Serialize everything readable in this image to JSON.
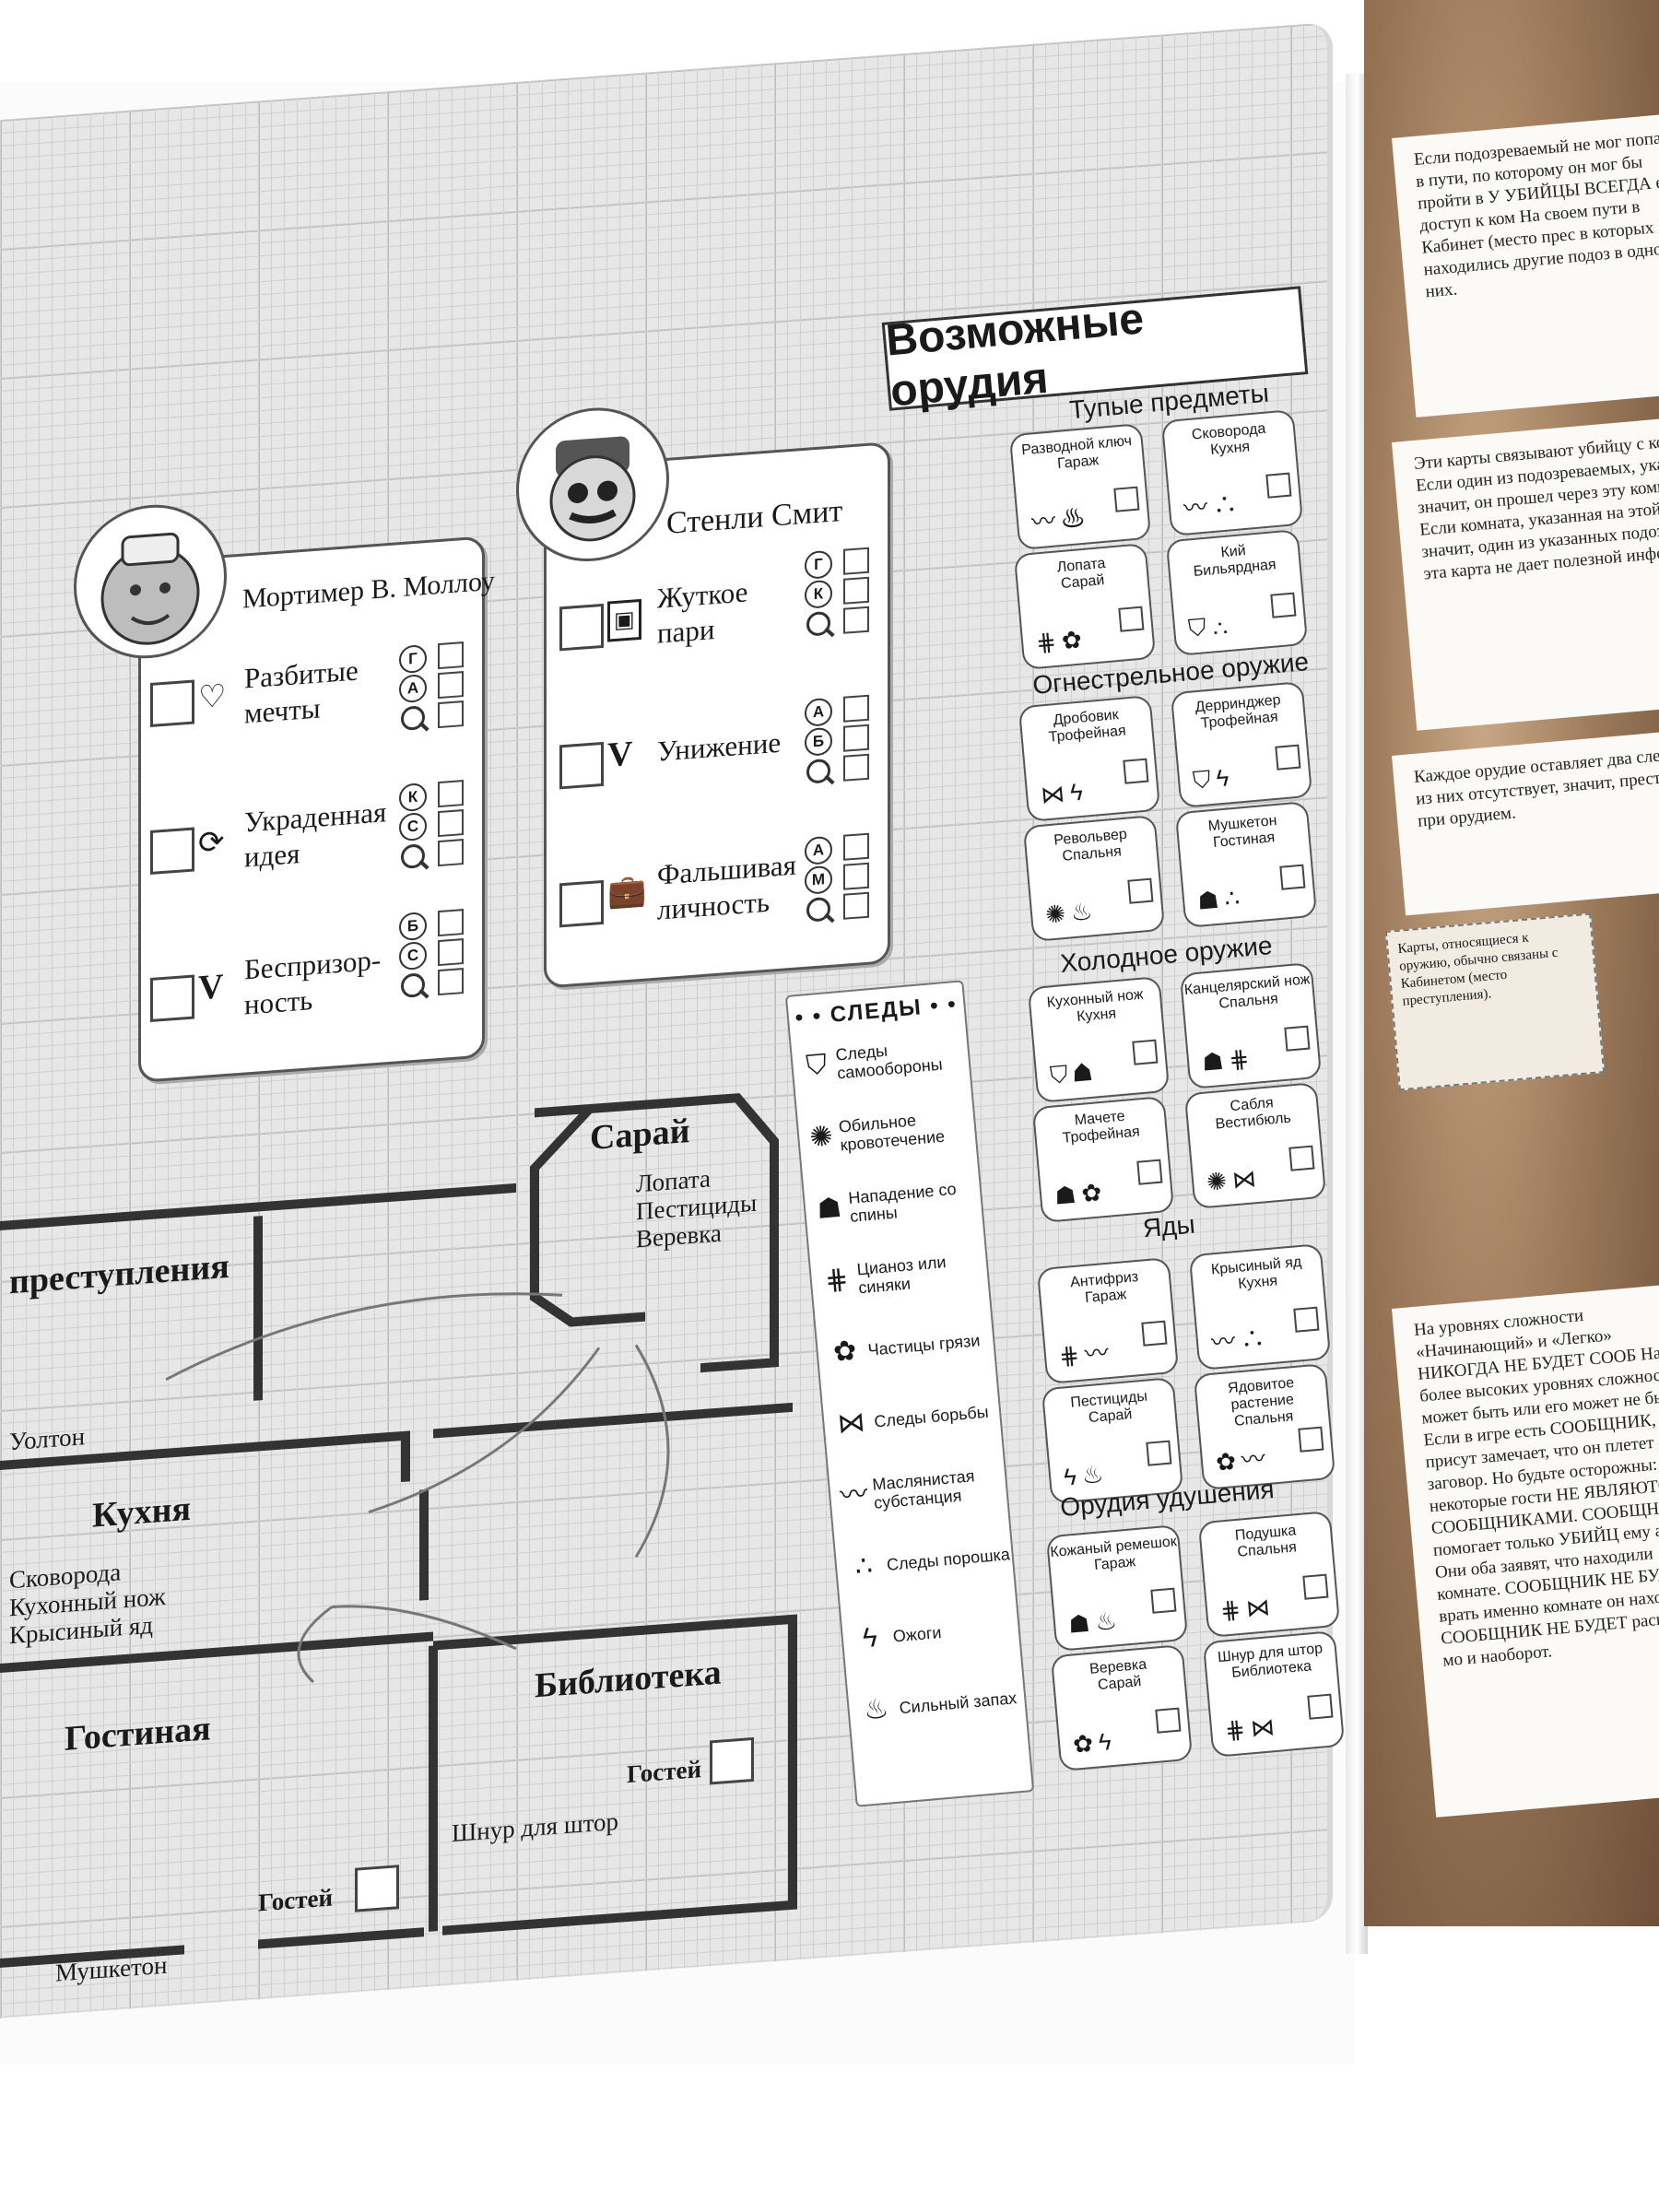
{
  "title": "Возможные орудия",
  "suspects": [
    {
      "name": "Мортимер В. Моллоу",
      "motives": [
        "Разбитые мечты",
        "Украденная идея",
        "Беспризор-ность"
      ],
      "letters": [
        [
          "Г",
          "А"
        ],
        [
          "К",
          "С"
        ],
        [
          "Б",
          "С"
        ]
      ]
    },
    {
      "name": "Стенли Смит",
      "motives": [
        "Жуткое пари",
        "Унижение",
        "Фальшивая личность"
      ],
      "letters": [
        [
          "Г",
          "К"
        ],
        [
          "А",
          "Б"
        ],
        [
          "А",
          "М"
        ]
      ]
    }
  ],
  "weapon_categories": [
    {
      "name": "Тупые предметы",
      "items": [
        [
          "Разводной ключ",
          "Гараж"
        ],
        [
          "Сковорода",
          "Кухня"
        ],
        [
          "Лопата",
          "Сарай"
        ],
        [
          "Кий",
          "Бильярдная"
        ]
      ]
    },
    {
      "name": "Огнестрельное оружие",
      "items": [
        [
          "Дробовик",
          "Трофейная"
        ],
        [
          "Дерринджер",
          "Трофейная"
        ],
        [
          "Револьвер",
          "Спальня"
        ],
        [
          "Мушкетон",
          "Гостиная"
        ]
      ]
    },
    {
      "name": "Холодное оружие",
      "items": [
        [
          "Кухонный нож",
          "Кухня"
        ],
        [
          "Канцелярский нож",
          "Спальня"
        ],
        [
          "Мачете",
          "Трофейная"
        ],
        [
          "Сабля",
          "Вестибюль"
        ]
      ]
    },
    {
      "name": "Яды",
      "items": [
        [
          "Антифриз",
          "Гараж"
        ],
        [
          "Крысиный яд",
          "Кухня"
        ],
        [
          "Пестициды",
          "Сарай"
        ],
        [
          "Ядовитое растение",
          "Спальня"
        ]
      ]
    },
    {
      "name": "Орудия удушения",
      "items": [
        [
          "Кожаный ремешок",
          "Гараж"
        ],
        [
          "Подушка",
          "Спальня"
        ],
        [
          "Веревка",
          "Сарай"
        ],
        [
          "Шнур для штор",
          "Библиотека"
        ]
      ]
    }
  ],
  "traces": {
    "title": "• • СЛЕДЫ • •",
    "items": [
      "Следы самообороны",
      "Обильное кровотечение",
      "Нападение со спины",
      "Цианоз или синяки",
      "Частицы грязи",
      "Следы борьбы",
      "Маслянистая субстанция",
      "Следы порошка",
      "Ожоги",
      "Сильный запах"
    ]
  },
  "rooms": {
    "shed": {
      "name": "Сарай",
      "items": [
        "Лопата",
        "Пестициды",
        "Веревка"
      ]
    },
    "crime": "преступления",
    "kitchen": {
      "name": "Кухня",
      "items": [
        "Сковорода",
        "Кухонный нож",
        "Крысиный яд"
      ]
    },
    "uolton": "Уолтон",
    "library": {
      "name": "Библиотека",
      "guests": "Гостей",
      "item": "Шнур для штор"
    },
    "living": {
      "name": "Гостиная",
      "guests": "Гостей",
      "item": "Мушкетон"
    }
  },
  "rules_text": {
    "p1": "Если подозреваемый не мог попасть в пути, по которому он мог бы пройти в У УБИЙЦЫ ВСЕГДА есть доступ к ком На своем пути в Кабинет (место прес в которых находились другие подоз в одной из них.",
    "p2": "Эти карты связывают убийцу с ком Если один из подозреваемых, указ значит, он прошел через эту комна Если комната, указанная на этой к значит, один из указанных подозре эта карта не дает полезной информ",
    "p3": "Каждое орудие оставляет два след из них отсутствует, значит, преступ при орудием.",
    "note": "Карты, относящиеся к оружию, обычно связаны с Кабинетом (место преступления).",
    "p4": "На уровнях сложности «Начинающий» и «Легко» НИКОГДА НЕ БУДЕТ СООБ На более высоких уровнях сложности С может быть или его может не быть. Если в игре есть СООБЩНИК, присут замечает, что он плетет заговор. Но будьте осторожны: некоторые гости НЕ ЯВЛЯЮТСЯ СООБЩНИКАМИ. СООБЩНИК помогает только УБИЙЦ ему алиби. Они оба заявят, что находили комнате. СООБЩНИК НЕ БУДЕТ врать именно комнате он находился. СООБЩНИК НЕ БУДЕТ раскрывать мо и наоборот."
  },
  "colors": {
    "panel_brown": "#7a5a3e",
    "grid": "#cfcfcf",
    "wall": "#333333"
  }
}
